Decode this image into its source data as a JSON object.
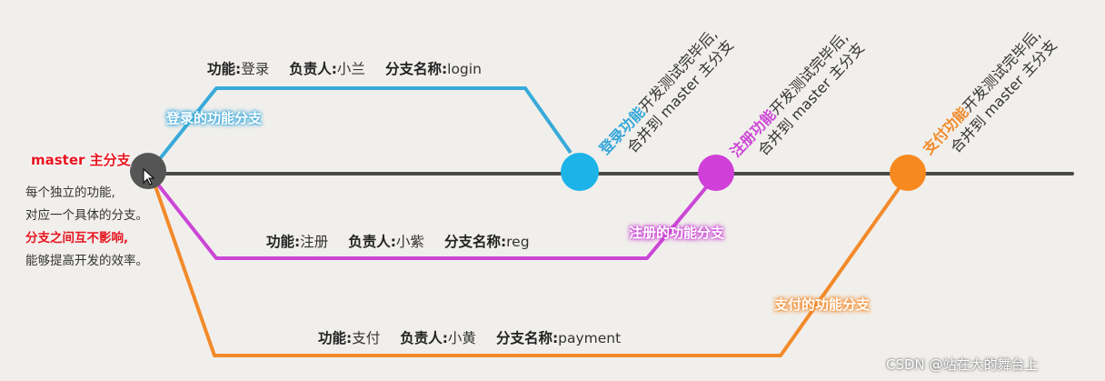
{
  "master": {
    "label": "master 主分支"
  },
  "description": {
    "line1": "每个独立的功能,",
    "line2": "对应一个具体的分支。",
    "line3": "分支之间互不影响,",
    "line4": "能够提高开发的效率。"
  },
  "fields": {
    "feature": "功能:",
    "owner": "负责人:",
    "branch_name": "分支名称:"
  },
  "branches": {
    "login": {
      "feature": "登录",
      "owner": "小兰",
      "name": "login",
      "label": "登录的功能分支",
      "color": "#34a7d9",
      "merge_feature": "登录功能",
      "merge_rest": "开发测试完毕后,",
      "merge_line2": "合并到 master 主分支"
    },
    "reg": {
      "feature": "注册",
      "owner": "小紫",
      "name": "reg",
      "label": "注册的功能分支",
      "color": "#cc46d6",
      "merge_feature": "注册功能",
      "merge_rest": "开发测试完毕后,",
      "merge_line2": "合并到 master 主分支"
    },
    "payment": {
      "feature": "支付",
      "owner": "小黄",
      "name": "payment",
      "label": "支付的功能分支",
      "color": "#f28a2a",
      "merge_feature": "支付功能",
      "merge_rest": "开发测试完毕后,",
      "merge_line2": "合并到 master 主分支"
    }
  },
  "colors": {
    "master_line": "#4a4a4a",
    "master_node": "#555555",
    "highlight_red": "#e8151f"
  },
  "watermark": "CSDN @站在大的舞台上"
}
